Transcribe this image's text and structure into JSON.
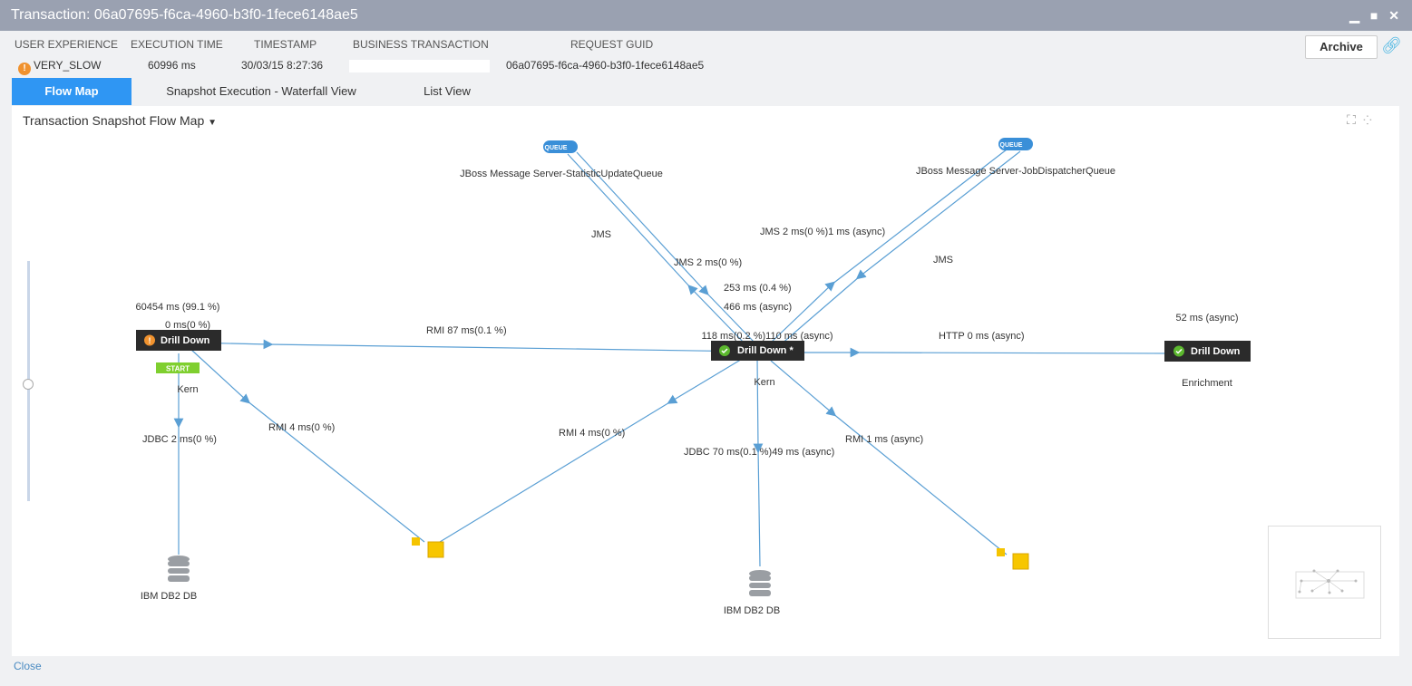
{
  "window": {
    "title": "Transaction: 06a07695-f6ca-4960-b3f0-1fece6148ae5",
    "minimize": "▁",
    "maximize": "■",
    "close": "✕"
  },
  "summary": {
    "headers": [
      "USER EXPERIENCE",
      "EXECUTION TIME",
      "TIMESTAMP",
      "BUSINESS TRANSACTION",
      "REQUEST GUID"
    ],
    "user_experience": "VERY_SLOW",
    "execution_time": "60996 ms",
    "timestamp": "30/03/15 8:27:36",
    "request_guid": "06a07695-f6ca-4960-b3f0-1fece6148ae5"
  },
  "archive_label": "Archive",
  "tabs": [
    {
      "label": "Flow Map",
      "active": true
    },
    {
      "label": "Snapshot Execution - Waterfall View"
    },
    {
      "label": "List View"
    }
  ],
  "flowmap": {
    "title": "Transaction Snapshot Flow Map",
    "nodes": {
      "left": {
        "label": "Drill Down",
        "status": "warning",
        "start": "START",
        "name": "Kern",
        "time": "60454 ms (99.1 %)",
        "self": "0 ms(0 %)"
      },
      "center": {
        "label": "Drill Down *",
        "status": "ok",
        "name": "Kern",
        "time": "118 ms(0.2 %)110 ms (async)"
      },
      "right": {
        "label": "Drill Down",
        "status": "ok",
        "name": "Enrichment",
        "time": "52 ms (async)"
      },
      "queue1": {
        "badge": "QUEUE",
        "name": "JBoss Message Server-StatisticUpdateQueue"
      },
      "queue2": {
        "badge": "QUEUE",
        "name": "JBoss Message Server-JobDispatcherQueue"
      },
      "db1": {
        "name": "IBM DB2 DB"
      },
      "db2": {
        "name": "IBM DB2 DB"
      }
    },
    "edges": {
      "left_center": "RMI   87 ms(0.1 %)",
      "left_db": "JDBC   2 ms(0 %)",
      "left_rmi": "RMI   4 ms(0 %)",
      "center_rmi": "RMI   4 ms(0 %)",
      "center_db": "JDBC   70 ms(0.1 %)49 ms (async)",
      "center_rmi2": "RMI   1 ms (async)",
      "center_right": "HTTP   0 ms (async)",
      "q1_out": "JMS",
      "q1_in": "JMS   2 ms(0 %)",
      "q1_time1": "253 ms (0.4 %)",
      "q1_time2": "466 ms (async)",
      "q2_in": "JMS   2 ms(0 %)1 ms (async)",
      "q2_out": "JMS"
    }
  },
  "close_label": "Close",
  "colors": {
    "accent": "#2f96f3",
    "edge": "#5a9fd4",
    "node": "#2b2b2b",
    "warning": "#f0922e",
    "ok": "#5cb82e"
  }
}
